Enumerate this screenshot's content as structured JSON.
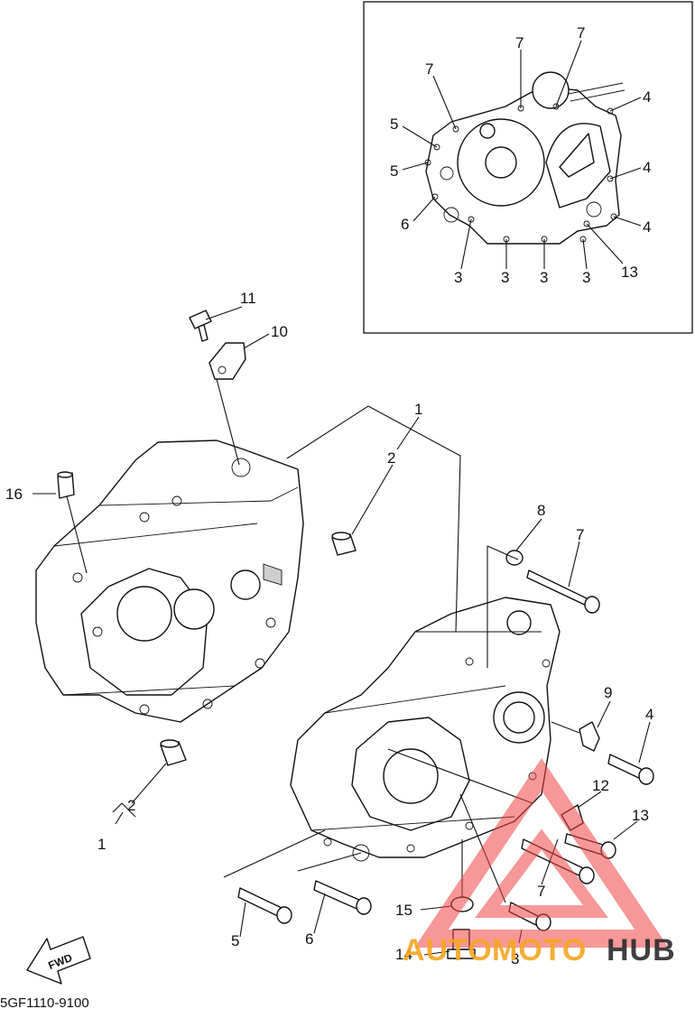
{
  "diagram_code": "5GF1110-9100",
  "fwd_label": "FWD",
  "watermark": {
    "part1": "AUTO",
    "part2": "MOTO",
    "part3": "HUB",
    "color_orange": "#f5a623",
    "color_red": "#ef4444",
    "color_dark": "#2b2b2b"
  },
  "inset_callouts": [
    "7",
    "7",
    "7",
    "4",
    "5",
    "5",
    "4",
    "6",
    "4",
    "3",
    "3",
    "3",
    "3",
    "13"
  ],
  "main_callouts": [
    "11",
    "10",
    "1",
    "2",
    "16",
    "8",
    "7",
    "9",
    "4",
    "12",
    "13",
    "2",
    "1",
    "7",
    "15",
    "5",
    "6",
    "14",
    "3"
  ]
}
